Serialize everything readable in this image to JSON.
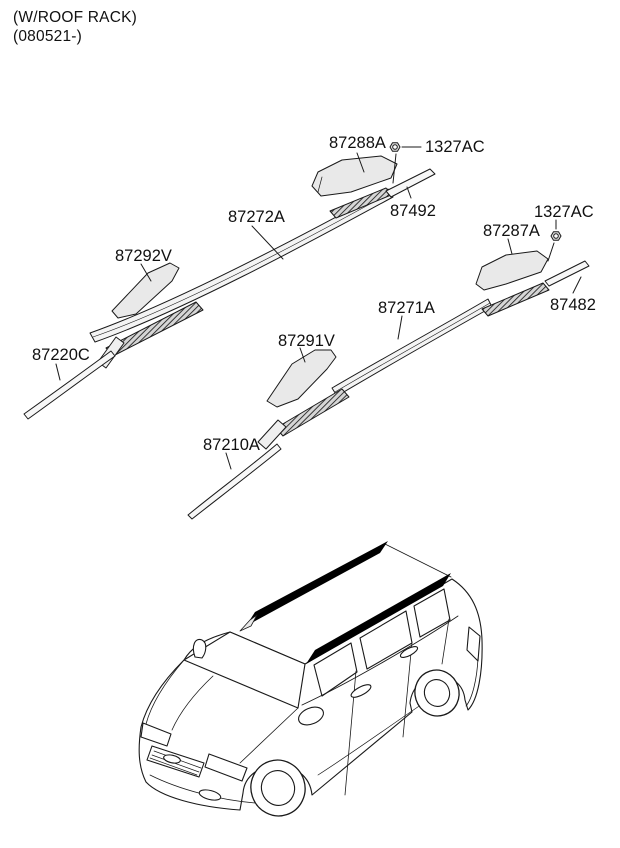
{
  "header": {
    "line1": "(W/ROOF RACK)",
    "line2": "(080521-)"
  },
  "parts": {
    "cover_87288A": "87288A",
    "nut_top": "1327AC",
    "rail_87272A": "87272A",
    "strip_87492": "87492",
    "cover_87292V": "87292V",
    "moulding_87220C": "87220C",
    "cover_87287A": "87287A",
    "nut_side": "1327AC",
    "rail_87271A": "87271A",
    "strip_87482": "87482",
    "cover_87291V": "87291V",
    "moulding_87210A": "87210A"
  },
  "colors": {
    "line": "#1a1a1a",
    "part_fill": "#e9e9e9",
    "rail_fill": "#f4f4f4",
    "roof_rail_highlight": "#000000",
    "background": "#ffffff"
  }
}
